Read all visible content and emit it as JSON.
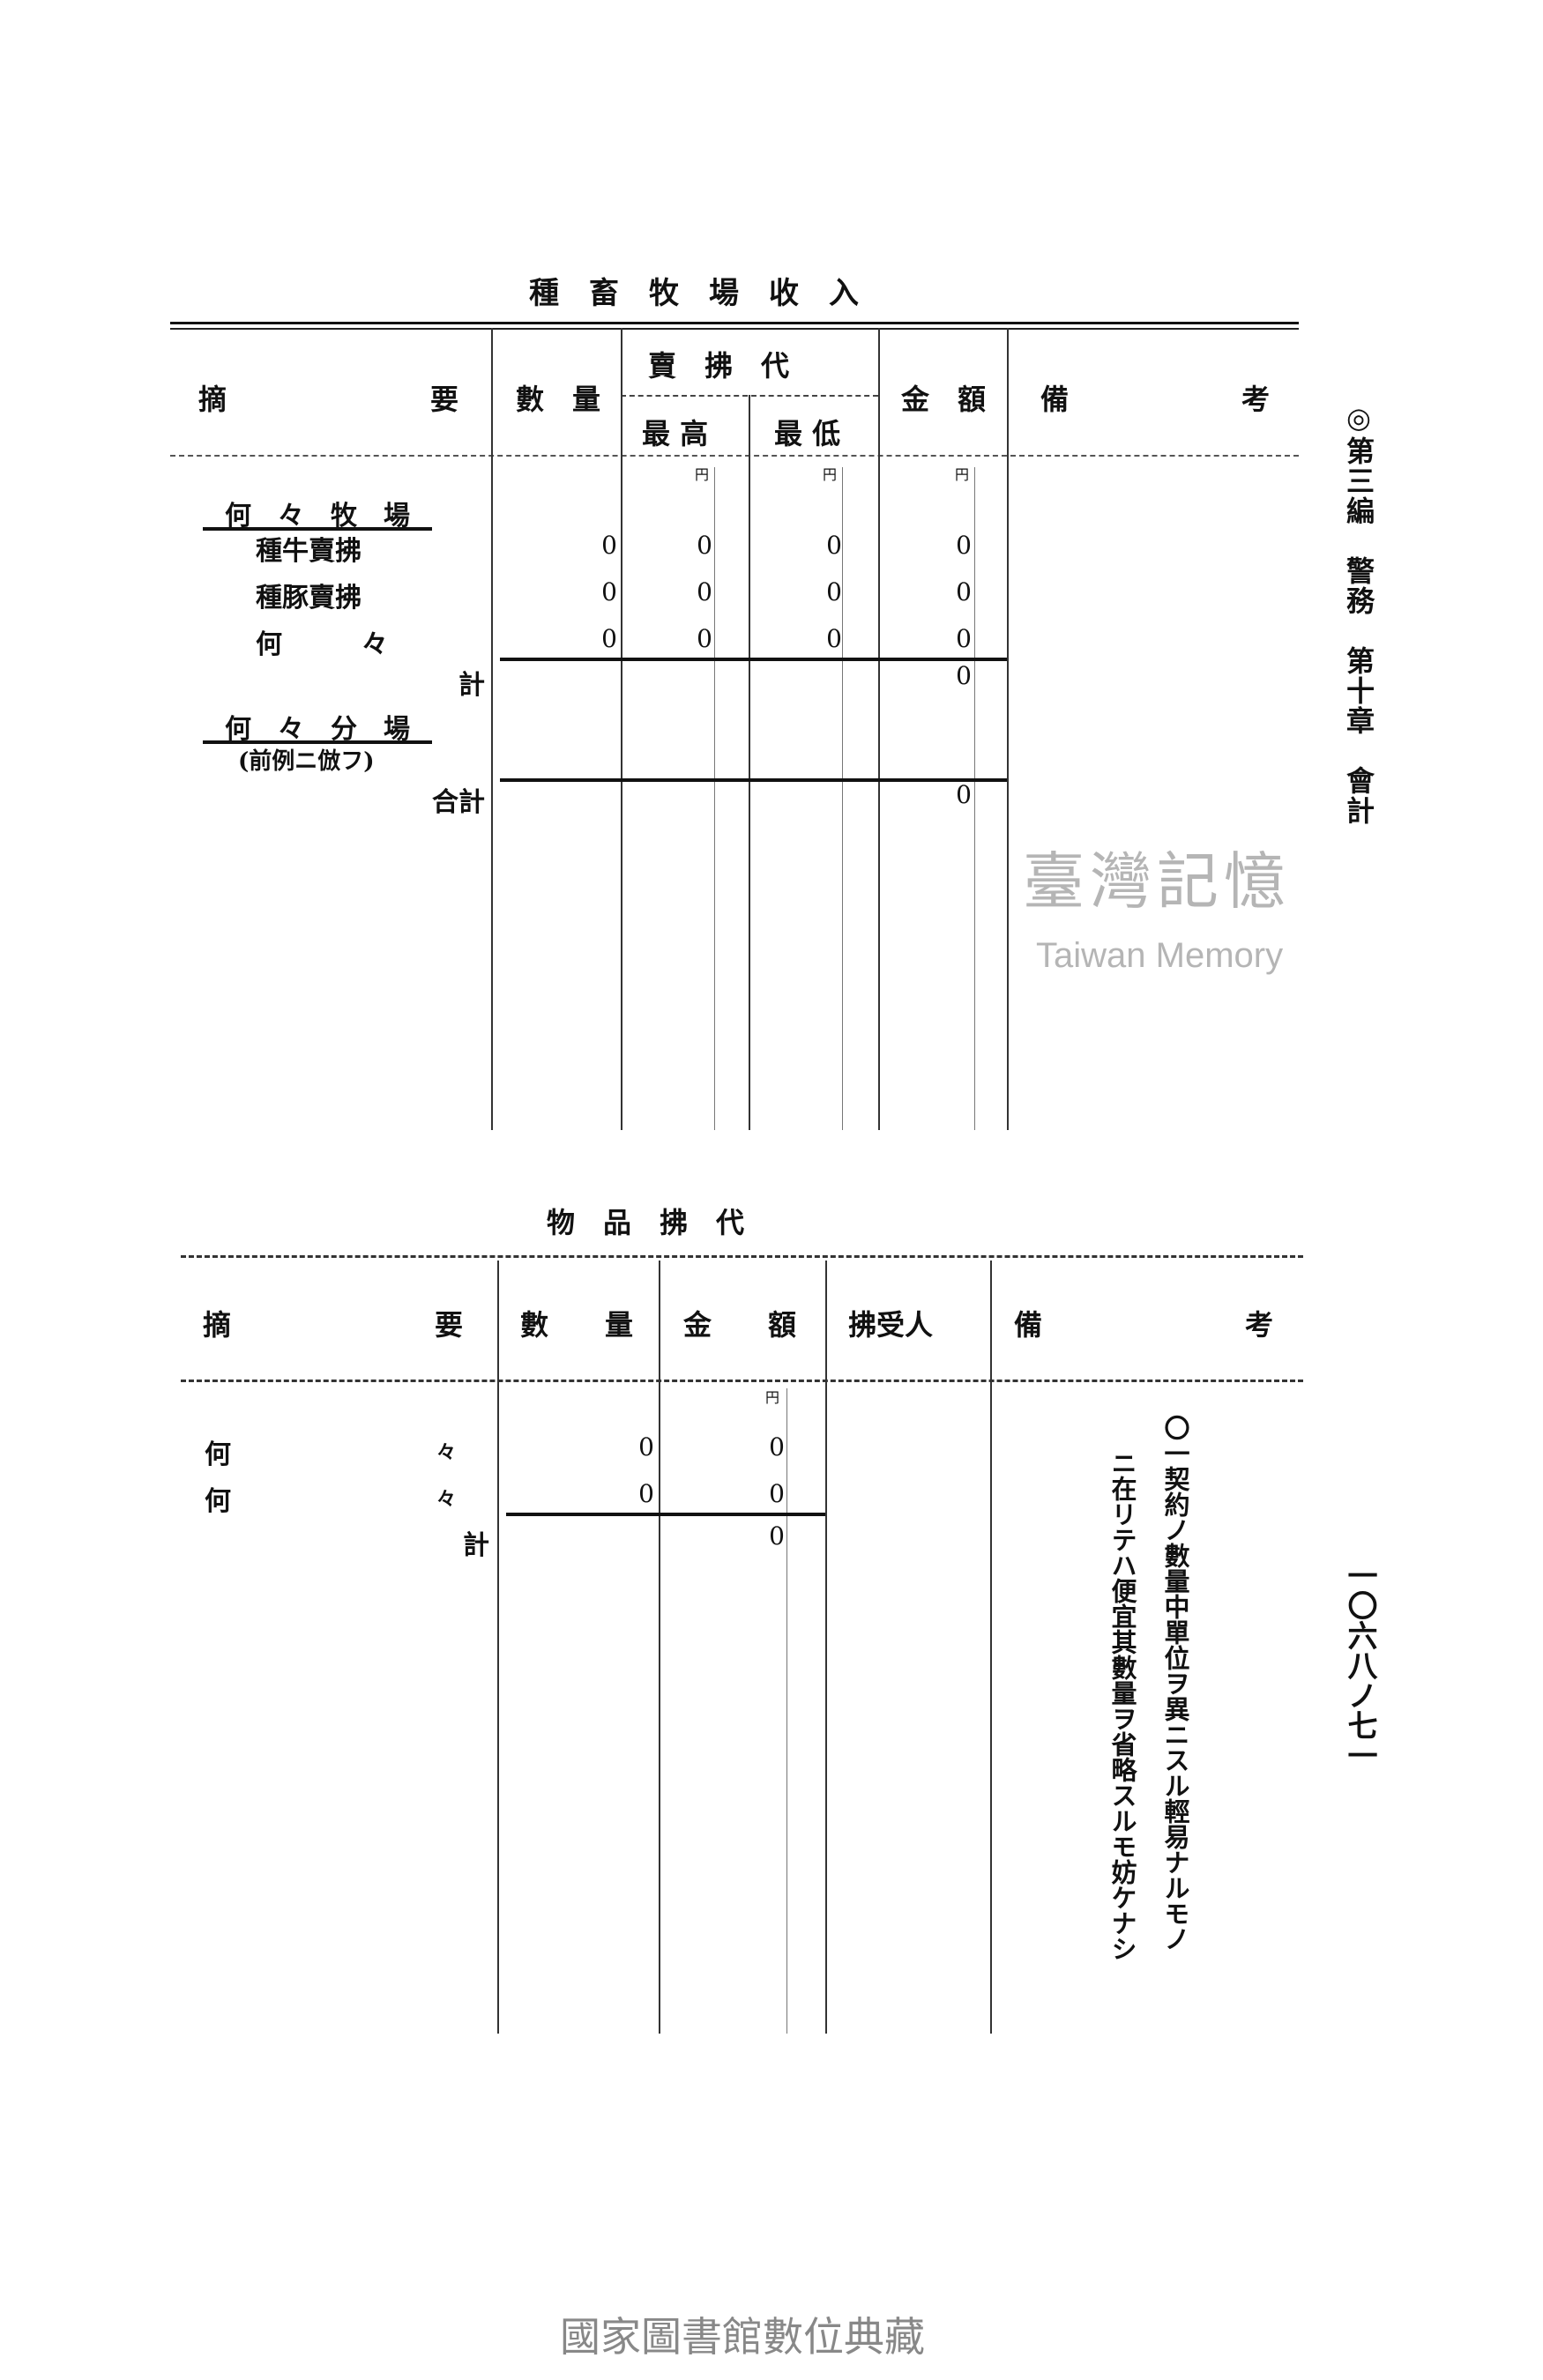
{
  "margin_header": "◎第三編　警務　第十章　會計",
  "page_number": "一〇六八ノ七一",
  "table1": {
    "title": "種　畜　牧　場　收　入",
    "headers": {
      "summary_left": "摘",
      "summary_right": "要",
      "quantity": "數　量",
      "price_group": "賣　拂　代",
      "price_high": "最 高",
      "price_low": "最 低",
      "amount": "金　額",
      "remarks_left": "備",
      "remarks_right": "考"
    },
    "unit": "円",
    "sections": [
      {
        "name": "何　々　牧　場",
        "rows": [
          {
            "label": "種牛賣拂",
            "quantity": "0",
            "high": "0",
            "low": "0",
            "amount": "0"
          },
          {
            "label": "種豚賣拂",
            "quantity": "0",
            "high": "0",
            "low": "0",
            "amount": "0"
          },
          {
            "label": "何　　　々",
            "quantity": "0",
            "high": "0",
            "low": "0",
            "amount": "0"
          }
        ],
        "subtotal_label": "計",
        "subtotal_amount": "0"
      },
      {
        "name": "何　々　分　場",
        "note": "(前例ニ倣フ)"
      }
    ],
    "total_label": "合計",
    "total_amount": "0"
  },
  "table2": {
    "title": "物　品　拂　代",
    "headers": {
      "summary_left": "摘",
      "summary_right": "要",
      "quantity": "數　　量",
      "amount": "金　　額",
      "recipient": "拂受人",
      "remarks_left": "備",
      "remarks_right": "考"
    },
    "unit": "円",
    "rows": [
      {
        "label_left": "何",
        "label_right": "々",
        "quantity": "0",
        "amount": "0"
      },
      {
        "label_left": "何",
        "label_right": "々",
        "quantity": "0",
        "amount": "0"
      }
    ],
    "subtotal_label": "計",
    "subtotal_amount": "0",
    "note_lines": [
      "〇一契約ノ數量中單位ヲ異ニスル輕易ナルモノ",
      "ニ在リテハ便宜其數量ヲ省略スルモ妨ケナシ"
    ]
  },
  "watermark": {
    "main": "臺灣記憶",
    "sub": "Taiwan Memory"
  },
  "footer": "國家圖書館數位典藏"
}
